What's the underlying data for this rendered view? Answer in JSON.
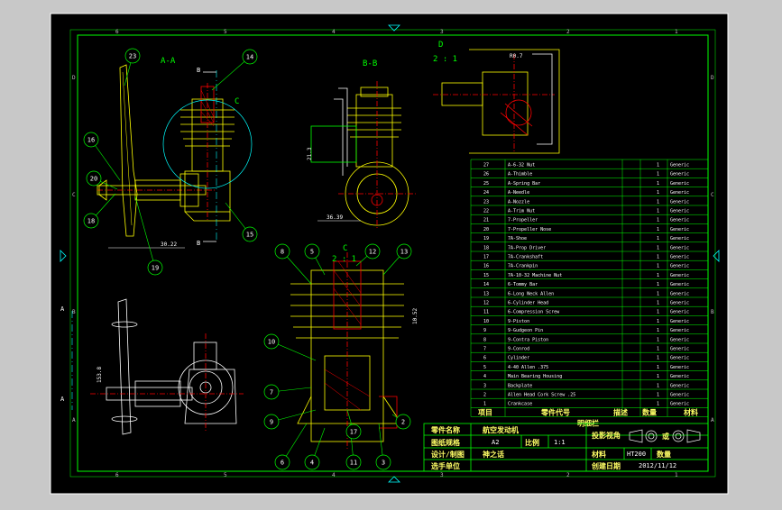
{
  "drawing": {
    "views": {
      "a": "A-A",
      "b": "B-B",
      "c": "C",
      "c_scale": "2 : 1",
      "d": "D",
      "d_scale": "2 : 1"
    },
    "section_marks": [
      "B",
      "B",
      "A",
      "A",
      "C"
    ],
    "dimensions": [
      "30.22",
      "36.39",
      "R0.7",
      "21.3",
      "153.8",
      "10.52"
    ],
    "zone_numbers": [
      "6",
      "5",
      "4",
      "3",
      "2",
      "1"
    ],
    "zone_letters": [
      "D",
      "C",
      "B",
      "A"
    ],
    "balloons": [
      "23",
      "14",
      "15",
      "20",
      "16",
      "18",
      "19",
      "8",
      "5",
      "12",
      "13",
      "10",
      "7",
      "9",
      "6",
      "4",
      "3",
      "11",
      "17",
      "2"
    ],
    "bom_rows": [
      [
        "27",
        "A-6-32 Nut",
        "1",
        "Generic"
      ],
      [
        "26",
        "A-Thimble",
        "1",
        "Generic"
      ],
      [
        "25",
        "A-Spring Bar",
        "1",
        "Generic"
      ],
      [
        "24",
        "A-Needle",
        "1",
        "Generic"
      ],
      [
        "23",
        "A-Nozzle",
        "1",
        "Generic"
      ],
      [
        "22",
        "A-Trim Nut",
        "1",
        "Generic"
      ],
      [
        "21",
        "7-Propeller",
        "1",
        "Generic"
      ],
      [
        "20",
        "7-Propeller Nose",
        "1",
        "Generic"
      ],
      [
        "19",
        "7A-Shoe",
        "1",
        "Generic"
      ],
      [
        "18",
        "7A-Prop Driver",
        "1",
        "Generic"
      ],
      [
        "17",
        "7A-Crankshaft",
        "1",
        "Generic"
      ],
      [
        "16",
        "7A-Crankpin",
        "1",
        "Generic"
      ],
      [
        "15",
        "7A-10-32 Machine Nut",
        "1",
        "Generic"
      ],
      [
        "14",
        "6-Tommy Bar",
        "1",
        "Generic"
      ],
      [
        "13",
        "6-Long Neck Allen",
        "1",
        "Generic"
      ],
      [
        "12",
        "6-Cylinder Head",
        "1",
        "Generic"
      ],
      [
        "11",
        "6-Compression Screw",
        "1",
        "Generic"
      ],
      [
        "10",
        "9-Piston",
        "1",
        "Generic"
      ],
      [
        "9",
        "9-Gudgeon Pin",
        "1",
        "Generic"
      ],
      [
        "8",
        "9-Contra Piston",
        "1",
        "Generic"
      ],
      [
        "7",
        "9-Conrod",
        "1",
        "Generic"
      ],
      [
        "6",
        "Cylinder",
        "1",
        "Generic"
      ],
      [
        "5",
        "4-40 Allen .375",
        "1",
        "Generic"
      ],
      [
        "4",
        "Main Bearing Housing",
        "1",
        "Generic"
      ],
      [
        "3",
        "Backplate",
        "1",
        "Generic"
      ],
      [
        "2",
        "Allen Head Cork Screw .25",
        "1",
        "Generic"
      ],
      [
        "1",
        "Crankcase",
        "1",
        "Generic"
      ]
    ],
    "bom_header": [
      "项目",
      "零件代号",
      "描述",
      "数量",
      "材料"
    ],
    "bom_title": "明细栏",
    "title_block": {
      "part_name_label": "零件名称",
      "part_name": "航空发动机",
      "drawing_size_label": "图纸规格",
      "drawing_size": "A2",
      "scale_label": "比例",
      "scale": "1:1",
      "projection_label": "投影视角",
      "projection_or": "或",
      "designer_label": "设计/制图",
      "designer": "神之话",
      "material_label": "材料",
      "material": "HT200",
      "qty_label": "数量",
      "qty": "",
      "company_label": "选手单位",
      "date_label": "创建日期",
      "date": "2012/11/12"
    }
  },
  "colors": {
    "paper": "#000000",
    "frame": "#ffffff",
    "inner_border": "#00ff00",
    "object_line": "#ffff00",
    "hidden_line": "#ff0000",
    "leader_line": "#00ff00",
    "cutting_plane": "#00ffff",
    "text": "#ffffff"
  }
}
